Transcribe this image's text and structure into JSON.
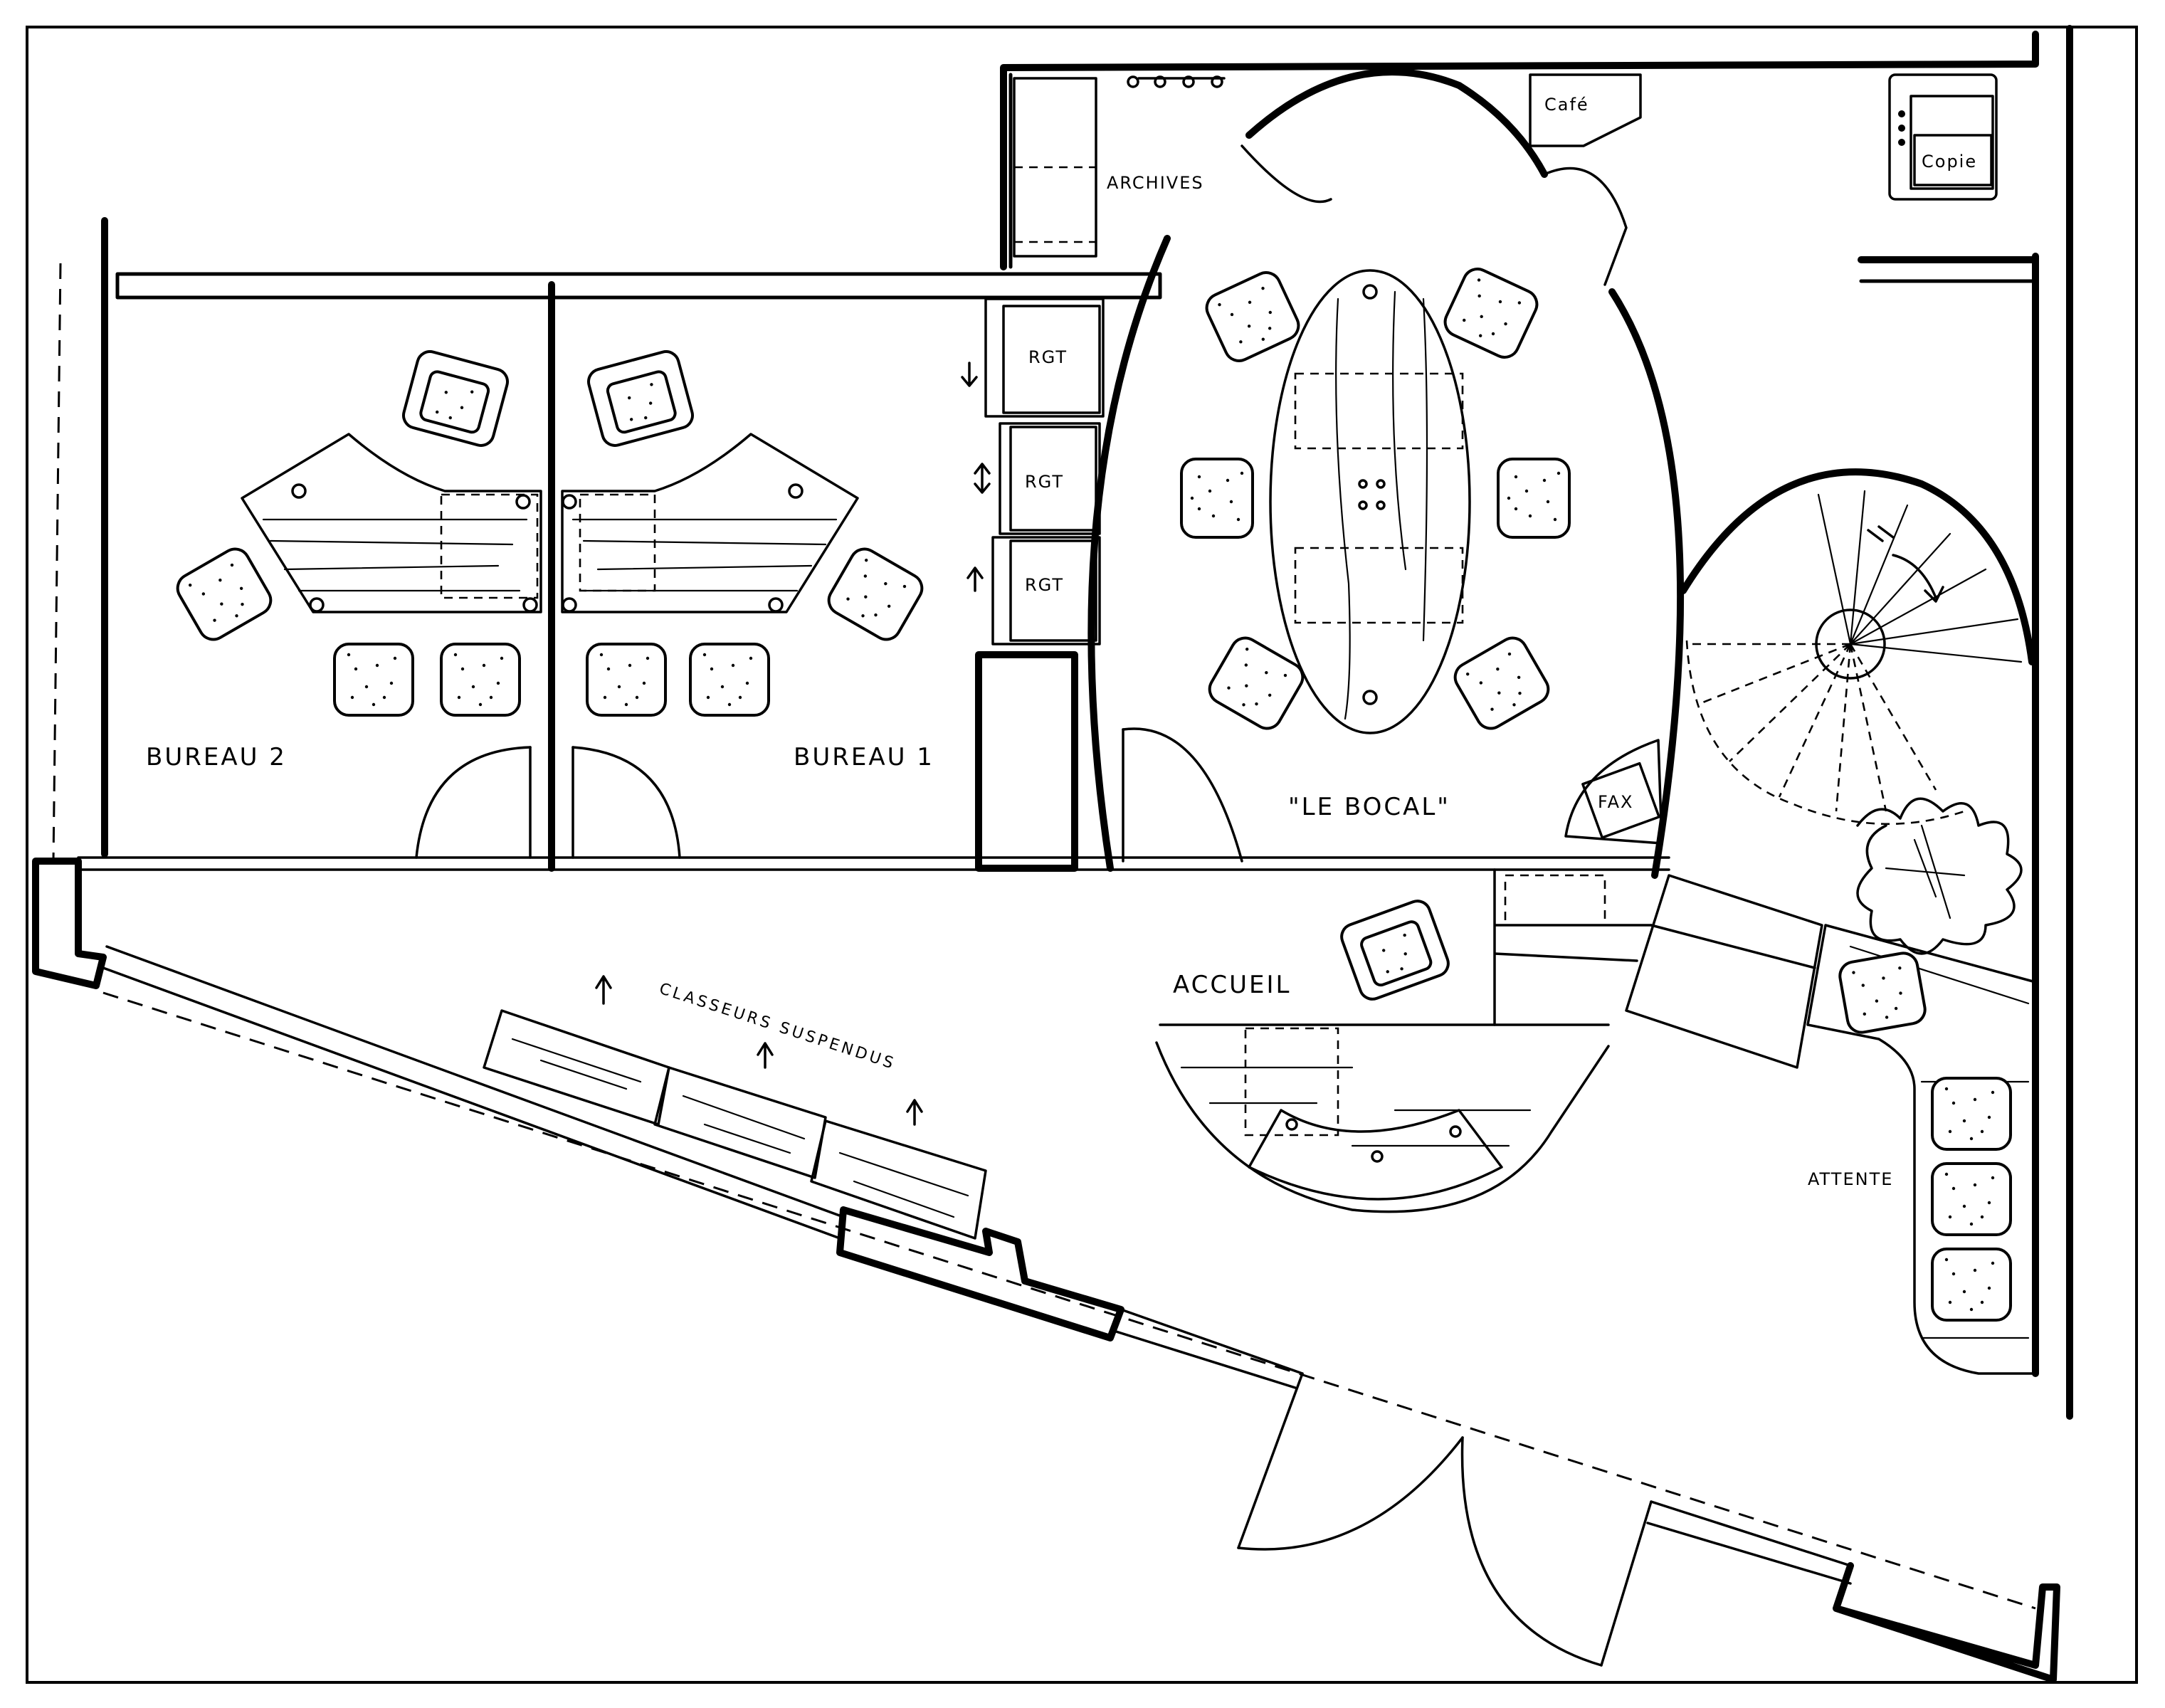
{
  "rooms": {
    "archives": "ARCHIVES",
    "cafe": "Café",
    "copie": "Copie",
    "bureau2": "BUREAU 2",
    "bureau1": "BUREAU 1",
    "bocal": "\"LE BOCAL\"",
    "fax": "FAX",
    "accueil": "ACCUEIL",
    "attente": "ATTENTE",
    "classeurs": "CLASSEURS SUSPENDUS"
  },
  "storage": {
    "rgt_labels": [
      "RGT",
      "RGT",
      "RGT"
    ]
  }
}
